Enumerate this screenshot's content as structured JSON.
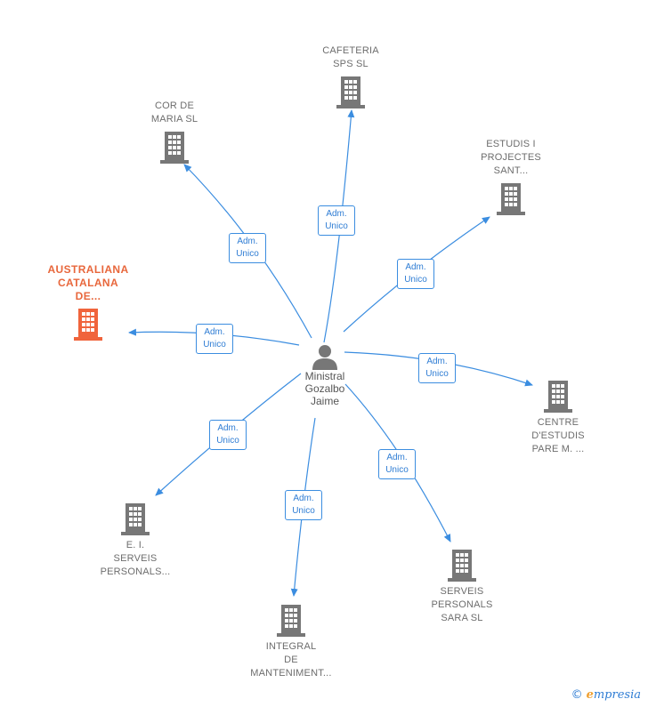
{
  "center": {
    "name_lines": [
      "Ministral",
      "Gozalbo",
      "Jaime"
    ],
    "icon": "person-icon"
  },
  "companies": [
    {
      "id": "cafeteria",
      "lines": [
        "CAFETERIA",
        "SPS  SL"
      ],
      "icon": "building-icon",
      "color": "#777777",
      "highlight": false
    },
    {
      "id": "cor-de-maria",
      "lines": [
        "COR DE",
        "MARIA SL"
      ],
      "icon": "building-icon",
      "color": "#777777",
      "highlight": false
    },
    {
      "id": "estudis-projectes",
      "lines": [
        "ESTUDIS I",
        "PROJECTES",
        "SANT..."
      ],
      "icon": "building-icon",
      "color": "#777777",
      "highlight": false
    },
    {
      "id": "australiana",
      "lines": [
        "AUSTRALIANA",
        "CATALANA",
        "DE..."
      ],
      "icon": "building-icon",
      "color": "#f0643c",
      "highlight": true
    },
    {
      "id": "centre-estudis",
      "lines": [
        "CENTRE",
        "D'ESTUDIS",
        "PARE M. ..."
      ],
      "icon": "building-icon",
      "color": "#777777",
      "highlight": false
    },
    {
      "id": "ei-serveis",
      "lines": [
        "E.  I.",
        "SERVEIS",
        "PERSONALS..."
      ],
      "icon": "building-icon",
      "color": "#777777",
      "highlight": false
    },
    {
      "id": "serveis-sara",
      "lines": [
        "SERVEIS",
        "PERSONALS",
        "SARA  SL"
      ],
      "icon": "building-icon",
      "color": "#777777",
      "highlight": false
    },
    {
      "id": "integral",
      "lines": [
        "INTEGRAL",
        "DE",
        "MANTENIMENT..."
      ],
      "icon": "building-icon",
      "color": "#777777",
      "highlight": false
    }
  ],
  "edge_label": {
    "line1": "Adm.",
    "line2": "Unico"
  },
  "colors": {
    "edge": "#3b8de0",
    "building": "#777777",
    "highlight": "#f0643c"
  },
  "footer": {
    "symbol": "©",
    "brand_initial": "e",
    "brand_rest": "mpresia"
  }
}
